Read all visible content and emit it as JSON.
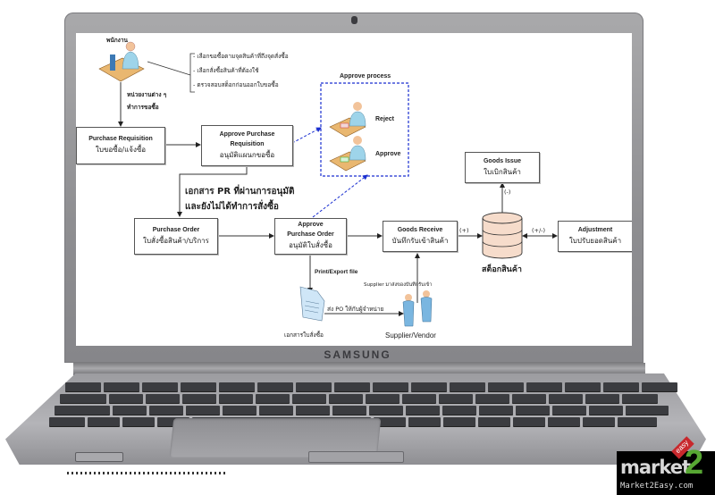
{
  "device": {
    "brand": "SAMSUNG",
    "watermark": {
      "logo": "market",
      "logo_digit": "2",
      "tag": "easy",
      "url": "Market2Easy.com"
    }
  },
  "diagram": {
    "employee": {
      "label": "พนักงาน",
      "tasks": [
        "- เลือกขอซื้อตามจุดสินค้าที่ถึงจุดสั่งซื้อ",
        "- เลือกสั่งซื้อสินค้าที่ต้องใช้",
        "- ตรวจสอบสต็อกก่อนออกใบขอซื้อ"
      ],
      "dept_note": [
        "หน่วยงานต่าง ๆ",
        "ทำการขอซื้อ"
      ]
    },
    "purchase_requisition": {
      "en": "Purchase Requisition",
      "th": "ใบขอซื้อ/แจ้งซื้อ"
    },
    "approve_purchase_requisition": {
      "en_line1": "Approve Purchase",
      "en_line2": "Requisition",
      "th": "อนุมัติแผนกขอซื้อ"
    },
    "approve_process": {
      "title": "Approve process",
      "reject": "Reject",
      "approve": "Approve"
    },
    "pr_note": [
      "เอกสาร PR ที่ผ่านการอนุมัติ",
      "และยังไม่ได้ทำการสั่งซื้อ"
    ],
    "purchase_order": {
      "en": "Purchase Order",
      "th": "ใบสั่งซื้อสินค้า/บริการ"
    },
    "approve_purchase_order": {
      "en_line1": "Approve",
      "en_line2": "Purchase Order",
      "th": "อนุมัติใบสั่งซื้อ"
    },
    "goods_receive": {
      "en": "Goods Receive",
      "th": "บันทึกรับเข้าสินค้า"
    },
    "goods_issue": {
      "en": "Goods Issue",
      "th": "ใบเบิกสินค้า"
    },
    "adjustment": {
      "en": "Adjustment",
      "th": "ใบปรับยอดสินค้า"
    },
    "stock": {
      "label": "สต็อกสินค้า",
      "in_label": "(+)",
      "out_label": "(-)",
      "adjust_label": "(+/-)"
    },
    "print_export": "Print/Export file",
    "po_document": "เอกสารใบสั่งซื้อ",
    "send_po": "ส่ง PO ให้กับผู้จำหน่าย",
    "supplier_delivery": "Supplier มาส่งของบันทึกรับเข้า",
    "supplier": "Supplier/Vendor"
  }
}
